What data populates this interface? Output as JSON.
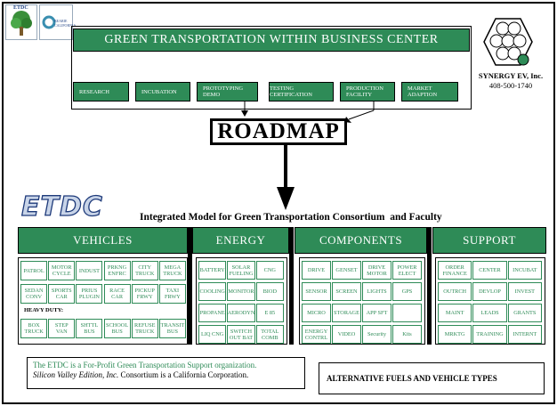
{
  "logos": {
    "etdc_small": "ETDC",
    "partner_small": "BEARIE CALIFORNIA"
  },
  "header": {
    "title": "GREEN TRANSPORTATION WITHIN BUSINESS CENTER",
    "steps": [
      "RESEARCH",
      "INCUBATION",
      "PROTOTYPING DEMO",
      "TESTING CERTIFICATION",
      "PRODUCTION FACILITY",
      "MARKET ADAPTION"
    ]
  },
  "company": {
    "name": "SYNERGY EV, Inc.",
    "phone": "408-500-1740"
  },
  "roadmap_label": "ROADMAP",
  "etdc_logo": "ETDC",
  "model_title": "Integrated Model for Green Transportation Consortium  and Faculty",
  "sections": {
    "vehicles": {
      "title": "VEHICLES",
      "rows": [
        [
          "PATROL",
          "MOTOR CYCLE",
          "INDUST",
          "PRKNG ENFRC",
          "CITY TRUCK",
          "MEGA TRUCK"
        ],
        [
          "SEDAN CONV",
          "SPORTS CAR",
          "PRIUS PLUGIN",
          "RACE CAR",
          "PICKUP FRWY",
          "TAXI FRWY"
        ]
      ],
      "heavy_label": "HEAVY DUTY:",
      "heavy_row": [
        "BOX TRUCK",
        "STEP VAN",
        "SHTTL BUS",
        "SCHOOL BUS",
        "REFUSE TRUCK",
        "TRANSIT BUS"
      ]
    },
    "energy": {
      "title": "ENERGY",
      "rows": [
        [
          "BATTERY",
          "SOLAR FUELING",
          "CNG"
        ],
        [
          "COOLING",
          "MONITOR",
          "BIOD"
        ],
        [
          "PROPANE",
          "AERODYN",
          "E 85"
        ],
        [
          "LIQ CNG",
          "SWITCH OUT BAT",
          "TOTAL COMB"
        ]
      ]
    },
    "components": {
      "title": "COMPONENTS",
      "rows": [
        [
          "DRIVE",
          "GENSET",
          "DRIVE MOTOR",
          "POWER ELECT"
        ],
        [
          "SENSOR",
          "SCREEN",
          "LIGHTS",
          "GPS"
        ],
        [
          "MICRO",
          "STORAGE",
          "APP SFT",
          ""
        ],
        [
          "ENERGY CONTRL",
          "VIDEO",
          "Security",
          "Kits"
        ]
      ]
    },
    "support": {
      "title": "SUPPORT",
      "rows": [
        [
          "ORDER FINANCE",
          "CENTER",
          "INCUBAT"
        ],
        [
          "OUTRCH",
          "DEVLOP",
          "INVEST"
        ],
        [
          "MAINT",
          "LEADS",
          "GRANTS"
        ],
        [
          "MRKTG",
          "TRAINING",
          "INTERNT"
        ]
      ]
    }
  },
  "footer": {
    "line1": "The ETDC is a For-Profit Green Transportation Support organization.",
    "line2_company": "Silicon Valley Edition, Inc.",
    "line2_rest": " Consortium is a California Corporation.",
    "alt_box": "ALTERNATIVE FUELS AND VEHICLE TYPES"
  },
  "colors": {
    "accent_green": "#2e8b57",
    "line": "#000000"
  }
}
